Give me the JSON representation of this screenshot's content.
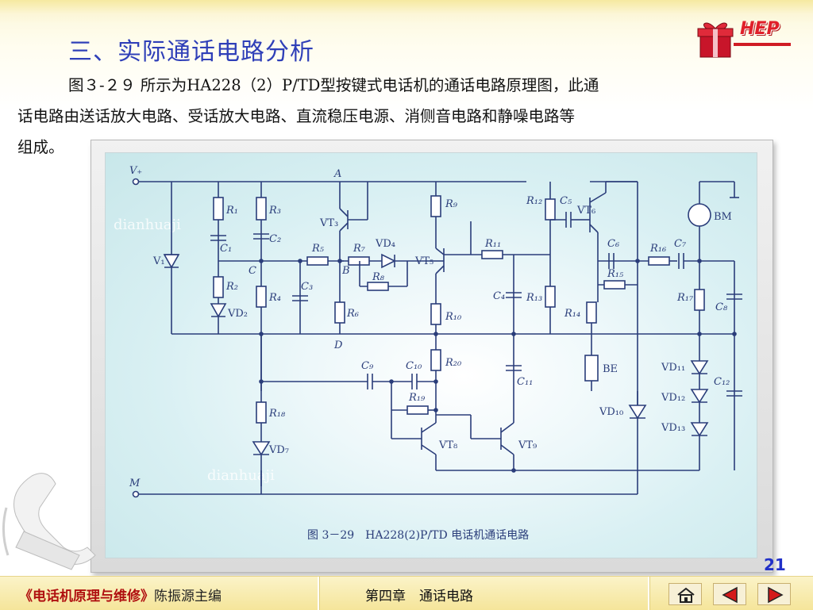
{
  "slide": {
    "title": "三、实际通话电路分析",
    "paragraph_line1": "图３-２９ 所示为HA228（2）P/TD型按键式电话机的通话电路原理图，此通",
    "paragraph_line2": "话电路由送话放大电路、受话放大电路、直流稳压电源、消侧音电路和静噪电路等",
    "paragraph_line3": "组成。",
    "page_number": "21"
  },
  "logo": {
    "text": "HEP"
  },
  "figure": {
    "caption": "图 3－29　HA228(2)P/TD 电话机通话电路",
    "watermark1": "dianhuaji",
    "watermark2": "dianhuaji",
    "labels": {
      "vplus": "V₊",
      "m": "M",
      "a": "A",
      "b": "B",
      "c": "C",
      "d": "D",
      "r1": "R₁",
      "r2": "R₂",
      "r3": "R₃",
      "r4": "R₄",
      "r5": "R₅",
      "r6": "R₆",
      "r7": "R₇",
      "r8": "R₈",
      "r9": "R₉",
      "r10": "R₁₀",
      "r11": "R₁₁",
      "r12": "R₁₂",
      "r13": "R₁₃",
      "r14": "R₁₄",
      "r15": "R₁₅",
      "r16": "R₁₆",
      "r17": "R₁₇",
      "r18": "R₁₈",
      "r19": "R₁₉",
      "r20": "R₂₀",
      "c1": "C₁",
      "c2": "C₂",
      "c3": "C₃",
      "c4": "C₄",
      "c5": "C₅",
      "c6": "C₆",
      "c7": "C₇",
      "c8": "C₈",
      "c9": "C₉",
      "c10": "C₁₀",
      "c11": "C₁₁",
      "c12": "C₁₂",
      "v1": "V₁",
      "vd2": "VD₂",
      "vd4": "VD₄",
      "vd7": "VD₇",
      "vd10": "VD₁₀",
      "vd11": "VD₁₁",
      "vd12": "VD₁₂",
      "vd13": "VD₁₃",
      "vt3": "VT₃",
      "vt5": "VT₅",
      "vt6": "VT₆",
      "vt8": "VT₈",
      "vt9": "VT₉",
      "bm": "BM",
      "be": "BE"
    }
  },
  "footer": {
    "book": "《电话机原理与维修》",
    "editor": "陈振源主编",
    "chapter": "第四章　通话电路"
  },
  "nav": {
    "home": "home",
    "prev": "previous",
    "next": "next"
  },
  "colors": {
    "title": "#2f3fb8",
    "circuit": "#2a3d7a",
    "footer_book": "#b01010",
    "nav_arrow": "#d41a1a"
  }
}
